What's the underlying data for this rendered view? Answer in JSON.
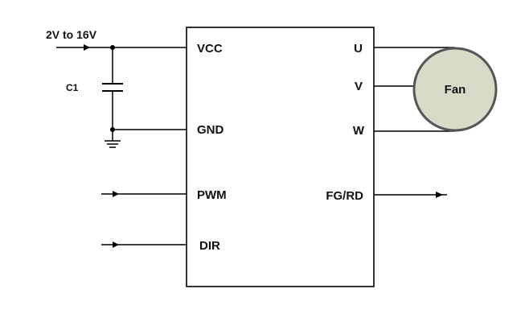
{
  "supply_label": "2V to 16V",
  "capacitor_label": "C1",
  "pins_left": {
    "vcc": "VCC",
    "gnd": "GND",
    "pwm": "PWM",
    "dir": "DIR"
  },
  "pins_right": {
    "u": "U",
    "v": "V",
    "w": "W",
    "fg": "FG/RD"
  },
  "fan_label": "Fan",
  "colors": {
    "fan_fill": "#d7dcc8",
    "fan_stroke": "#555555",
    "line": "#000000"
  }
}
